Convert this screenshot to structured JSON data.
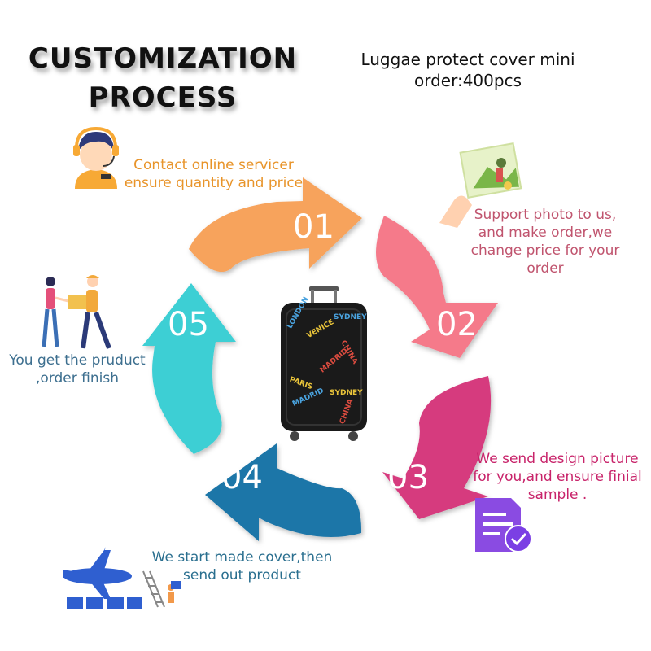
{
  "header": {
    "title_line1": "CUSTOMIZATION",
    "title_line2": "PROCESS",
    "moq_line1": "Luggae protect cover mini",
    "moq_line2": "order:400pcs"
  },
  "steps": [
    {
      "number": "01",
      "color": "#f7a35c",
      "lines": [
        "Contact online servicer",
        "ensure quantity and price"
      ],
      "icon": "customer-service-icon"
    },
    {
      "number": "02",
      "color": "#f57a8a",
      "lines": [
        "Support photo to us,",
        "and make order,we",
        "change price for your",
        "order"
      ],
      "icon": "photo-hand-icon"
    },
    {
      "number": "03",
      "color": "#d63b7e",
      "lines": [
        "We send design picture",
        "for you,and ensure finial",
        "sample ."
      ],
      "icon": "document-check-icon"
    },
    {
      "number": "04",
      "color": "#1f76a8",
      "lines": [
        "We start made cover,then",
        "send out product"
      ],
      "icon": "airplane-cargo-icon"
    },
    {
      "number": "05",
      "color": "#3ecfd4",
      "lines": [
        "You get the pruduct",
        ",order finish"
      ],
      "icon": "delivery-people-icon"
    }
  ],
  "suitcase": {
    "labels": [
      "LONDON",
      "VENICE",
      "CHINA",
      "SYDNEY",
      "MADRID",
      "PARIS",
      "MADRID",
      "SYDNEY",
      "CHINA"
    ]
  }
}
